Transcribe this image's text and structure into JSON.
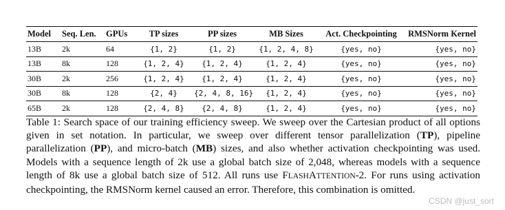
{
  "table": {
    "headers": [
      "Model",
      "Seq. Len.",
      "GPUs",
      "TP sizes",
      "PP sizes",
      "MB Sizes",
      "Act. Checkpointing",
      "RMSNorm Kernel"
    ],
    "rows": [
      [
        "13B",
        "2k",
        "64",
        "{1, 2}",
        "{1, 2}",
        "{1, 2, 4, 8}",
        "{yes, no}",
        "{yes, no}"
      ],
      [
        "13B",
        "8k",
        "128",
        "{1, 2, 4}",
        "{1, 2, 4}",
        "{1, 2, 4}",
        "{yes, no}",
        "{yes, no}"
      ],
      [
        "30B",
        "2k",
        "256",
        "{1, 2, 4}",
        "{1, 2, 4}",
        "{1, 2, 4}",
        "{yes, no}",
        "{yes, no}"
      ],
      [
        "30B",
        "8k",
        "128",
        "{2, 4}",
        "{2, 4, 8, 16}",
        "{1, 2, 4}",
        "{yes, no}",
        "{yes, no}"
      ],
      [
        "65B",
        "2k",
        "128",
        "{2, 4, 8}",
        "{2, 4, 8}",
        "{1, 2, 4}",
        "{yes, no}",
        "{yes, no}"
      ]
    ]
  },
  "caption": {
    "part1": "Table 1: Search space of our training efficiency sweep. We sweep over the Cartesian product of all options given in set notation. In particular, we sweep over different tensor parallelization (",
    "tp": "TP",
    "part2": "), pipeline parallelization (",
    "pp": "PP",
    "part3": "), and micro-batch (",
    "mb": "MB",
    "part4": ") sizes, and also whether activation checkpointing was used. Models with a sequence length of 2k use a global batch size of 2,048, whereas models with a sequence length of 8k use a global batch size of 512. All runs use ",
    "flash_f": "F",
    "flash_lash": "LASH",
    "flash_a": "A",
    "flash_ttention": "TTENTION",
    "flash_suffix": "-2",
    "part5": ". For runs using activation checkpointing, the RMSNorm kernel caused an error. Therefore, this combination is omitted."
  },
  "watermark": "CSDN @just_sort"
}
